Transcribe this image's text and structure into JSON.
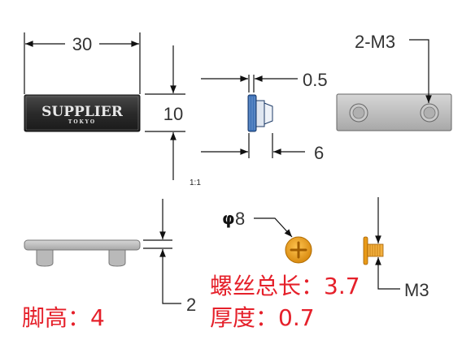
{
  "colors": {
    "annotation_red": "#e5202a",
    "plate_dark": "#2e2e2e",
    "plate_gray": "#bdbdbd",
    "screw_orange": "#f0a020",
    "screw_blue": "#3a6fb5"
  },
  "dimensions": {
    "width": "30",
    "height": "10",
    "thickness": "0.5",
    "depth": "6",
    "holes": "2-M3",
    "scale": "1:1",
    "foot_height": "2",
    "screw_diameter_symbol": "φ",
    "screw_diameter": "8",
    "screw_thread": "M3"
  },
  "plate": {
    "brand": "SUPPLIER",
    "city": "TOKYO"
  },
  "notes": {
    "screw_length": "螺丝总长：3.7",
    "foot_height": "脚高：4",
    "thickness": "厚度：0.7"
  }
}
